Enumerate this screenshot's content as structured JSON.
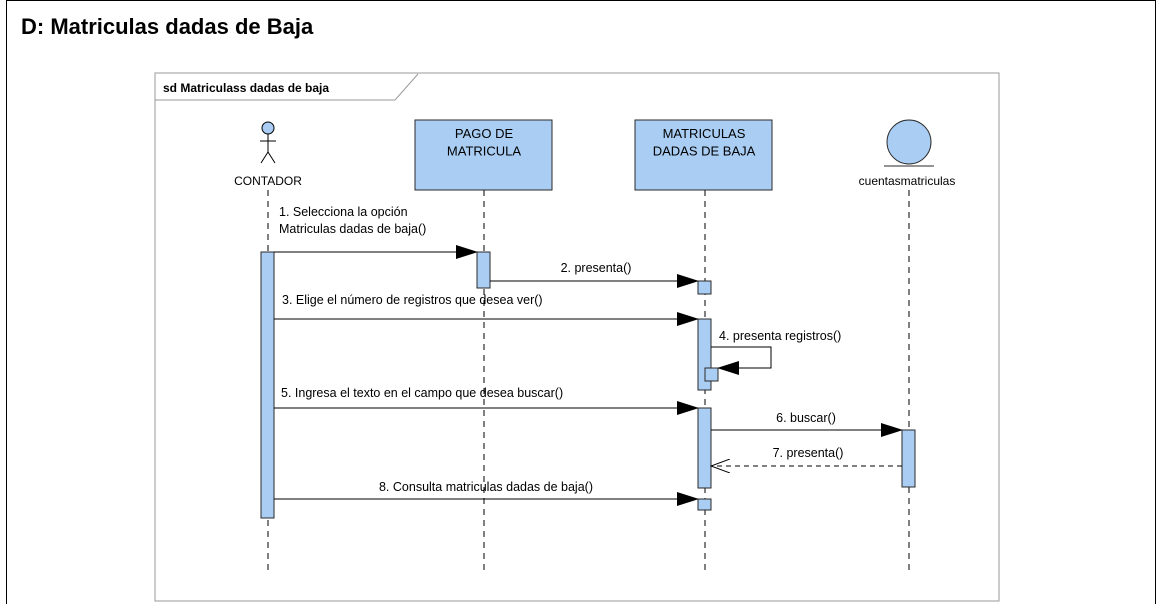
{
  "page": {
    "title": "D: Matriculas dadas de Baja"
  },
  "diagram": {
    "frame_label": "sd Matriculass dadas de baja",
    "colors": {
      "fill": "#a9cdf3",
      "stroke": "#2a2a2a",
      "frame": "#9a9a9a"
    },
    "participants": [
      {
        "id": "contador",
        "kind": "actor",
        "label": "CONTADOR",
        "icon": "actor-stick-figure-icon"
      },
      {
        "id": "pago",
        "kind": "boundary",
        "label": "PAGO DE\nMATRICULA"
      },
      {
        "id": "matriculas",
        "kind": "boundary",
        "label": "MATRICULAS\nDADAS DE BAJA"
      },
      {
        "id": "cuentas",
        "kind": "entity",
        "label": "cuentasmatriculas",
        "icon": "entity-circle-icon"
      }
    ],
    "messages": [
      {
        "n": 1,
        "from": "contador",
        "to": "pago",
        "label": "1. Selecciona la opción\nMatriculas dadas de baja()",
        "type": "sync"
      },
      {
        "n": 2,
        "from": "pago",
        "to": "matriculas",
        "label": "2. presenta()",
        "type": "sync"
      },
      {
        "n": 3,
        "from": "contador",
        "to": "matriculas",
        "label": "3. Elige el número de registros que desea ver()",
        "type": "sync"
      },
      {
        "n": 4,
        "from": "matriculas",
        "to": "matriculas",
        "label": "4. presenta registros()",
        "type": "self"
      },
      {
        "n": 5,
        "from": "contador",
        "to": "matriculas",
        "label": "5. Ingresa el texto en el campo que desea buscar()",
        "type": "sync"
      },
      {
        "n": 6,
        "from": "matriculas",
        "to": "cuentas",
        "label": "6. buscar()",
        "type": "sync"
      },
      {
        "n": 7,
        "from": "cuentas",
        "to": "matriculas",
        "label": "7. presenta()",
        "type": "return"
      },
      {
        "n": 8,
        "from": "contador",
        "to": "matriculas",
        "label": "8. Consulta matriculas dadas de baja()",
        "type": "sync"
      }
    ]
  }
}
